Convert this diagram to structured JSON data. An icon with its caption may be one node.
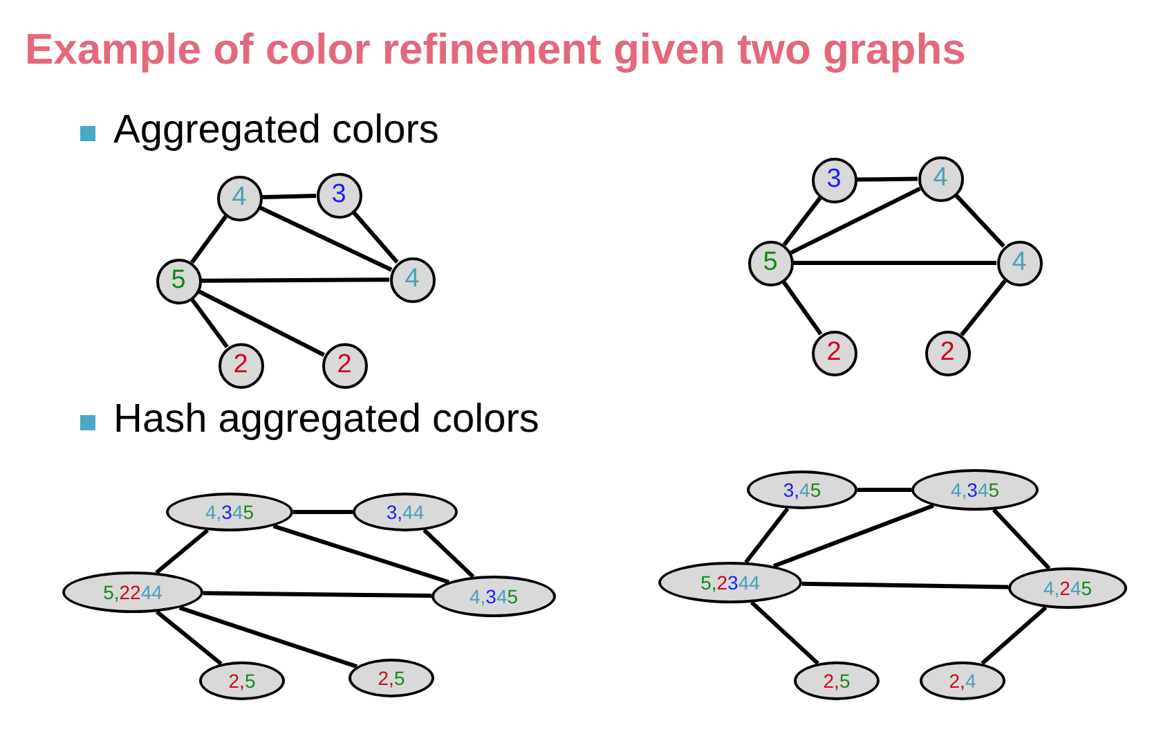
{
  "diagram": {
    "title": "Example of color refinement given two graphs",
    "nodes": [
      {
        "text": [
          "4"
        ]
      },
      {
        "text": [
          "3"
        ]
      },
      {
        "text": [
          "5"
        ]
      },
      {
        "text": [
          "4"
        ]
      },
      {
        "text": [
          "2"
        ]
      },
      {
        "text": [
          "2"
        ]
      },
      {
        "text": [
          "3"
        ]
      },
      {
        "text": [
          "4"
        ]
      },
      {
        "text": [
          "5"
        ]
      },
      {
        "text": [
          "4"
        ]
      },
      {
        "text": [
          "2"
        ]
      },
      {
        "text": [
          "2"
        ]
      },
      {
        "text": [
          "4,345"
        ]
      },
      {
        "text": [
          "3,44"
        ]
      },
      {
        "text": [
          "5,2244"
        ]
      },
      {
        "text": [
          "4,345"
        ]
      },
      {
        "text": [
          "2,5"
        ]
      },
      {
        "text": [
          "2,5"
        ]
      },
      {
        "text": [
          "3,45"
        ]
      },
      {
        "text": [
          "4,345"
        ]
      },
      {
        "text": [
          "5,2344"
        ]
      },
      {
        "text": [
          "4,245"
        ]
      },
      {
        "text": [
          "2,5"
        ]
      },
      {
        "text": [
          "2,4"
        ]
      }
    ],
    "edges": [
      {
        "from": 0,
        "to": 1,
        "arrow": "none"
      },
      {
        "from": 0,
        "to": 2,
        "arrow": "none"
      },
      {
        "from": 0,
        "to": 3,
        "arrow": "none"
      },
      {
        "from": 1,
        "to": 3,
        "arrow": "none"
      },
      {
        "from": 2,
        "to": 3,
        "arrow": "none"
      },
      {
        "from": 2,
        "to": 4,
        "arrow": "none"
      },
      {
        "from": 2,
        "to": 5,
        "arrow": "none"
      },
      {
        "from": 6,
        "to": 7,
        "arrow": "none"
      },
      {
        "from": 6,
        "to": 8,
        "arrow": "none"
      },
      {
        "from": 7,
        "to": 8,
        "arrow": "none"
      },
      {
        "from": 7,
        "to": 9,
        "arrow": "none"
      },
      {
        "from": 8,
        "to": 9,
        "arrow": "none"
      },
      {
        "from": 8,
        "to": 10,
        "arrow": "none"
      },
      {
        "from": 9,
        "to": 11,
        "arrow": "none"
      },
      {
        "from": 12,
        "to": 13,
        "arrow": "none"
      },
      {
        "from": 12,
        "to": 14,
        "arrow": "none"
      },
      {
        "from": 12,
        "to": 15,
        "arrow": "none"
      },
      {
        "from": 13,
        "to": 15,
        "arrow": "none"
      },
      {
        "from": 14,
        "to": 15,
        "arrow": "none"
      },
      {
        "from": 14,
        "to": 16,
        "arrow": "none"
      },
      {
        "from": 14,
        "to": 17,
        "arrow": "none"
      },
      {
        "from": 18,
        "to": 19,
        "arrow": "none"
      },
      {
        "from": 18,
        "to": 20,
        "arrow": "none"
      },
      {
        "from": 19,
        "to": 20,
        "arrow": "none"
      },
      {
        "from": 19,
        "to": 21,
        "arrow": "none"
      },
      {
        "from": 20,
        "to": 21,
        "arrow": "none"
      },
      {
        "from": 20,
        "to": 22,
        "arrow": "none"
      },
      {
        "from": 21,
        "to": 23,
        "arrow": "none"
      }
    ],
    "labels": [
      "Aggregated colors",
      "Hash aggregated colors"
    ]
  }
}
